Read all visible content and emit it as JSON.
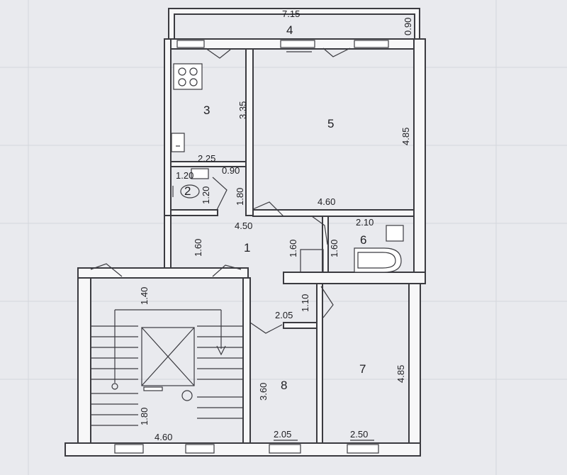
{
  "rooms": {
    "r1": "1",
    "r2": "2",
    "r3": "3",
    "r4": "4",
    "r5": "5",
    "r6": "6",
    "r7": "7",
    "r8": "8"
  },
  "dimensions": {
    "balcony_width": "7.15",
    "balcony_depth": "0.90",
    "kitchen_height": "3.35",
    "kitchen_width": "2.25",
    "wc_width": "1.20",
    "wc_height": "1.20",
    "closet_width": "0.90",
    "closet_height": "1.80",
    "room5_height": "4.85",
    "room5_width": "4.60",
    "hall_width": "4.50",
    "hall_left_height": "1.60",
    "hall_mid_height": "1.60",
    "bath_height": "1.60",
    "bath_width": "2.10",
    "stair_top": "1.40",
    "stair_bottom_height": "1.80",
    "stair_bottom_width": "4.60",
    "corridor_height": "1.10",
    "corridor_width": "2.05",
    "room8_height": "3.60",
    "room8_width": "2.05",
    "room7_height": "4.85",
    "room7_width": "2.50"
  }
}
